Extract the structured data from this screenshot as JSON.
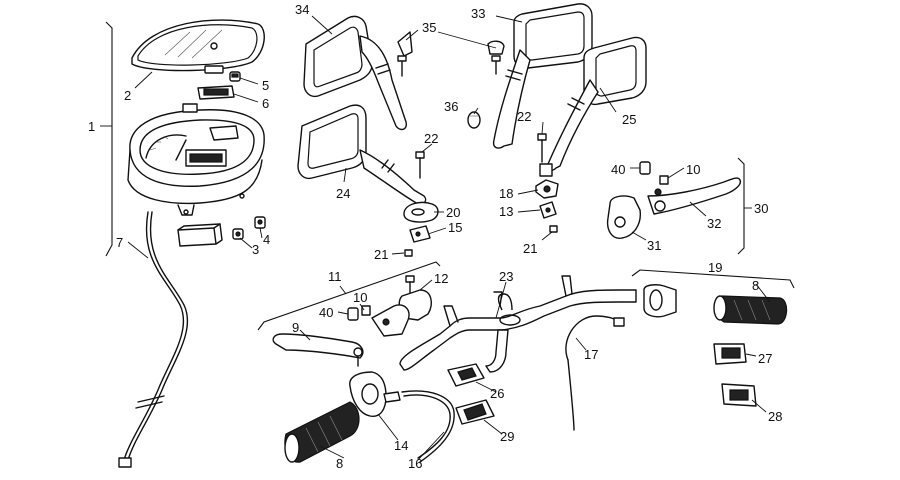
{
  "diagram": {
    "callouts": {
      "c1": "1",
      "c2": "2",
      "c3": "3",
      "c4": "4",
      "c5": "5",
      "c6": "6",
      "c7": "7",
      "c8a": "8",
      "c8b": "8",
      "c9": "9",
      "c10a": "10",
      "c10b": "10",
      "c11": "11",
      "c12": "12",
      "c13": "13",
      "c14": "14",
      "c15": "15",
      "c16": "16",
      "c17": "17",
      "c18": "18",
      "c19": "19",
      "c20": "20",
      "c21a": "21",
      "c21b": "21",
      "c22a": "22",
      "c22b": "22",
      "c23": "23",
      "c24": "24",
      "c25": "25",
      "c26": "26",
      "c27": "27",
      "c28": "28",
      "c29": "29",
      "c30": "30",
      "c31": "31",
      "c32": "32",
      "c33": "33",
      "c34": "34",
      "c35": "35",
      "c36": "36",
      "c40a": "40",
      "c40b": "40"
    }
  }
}
